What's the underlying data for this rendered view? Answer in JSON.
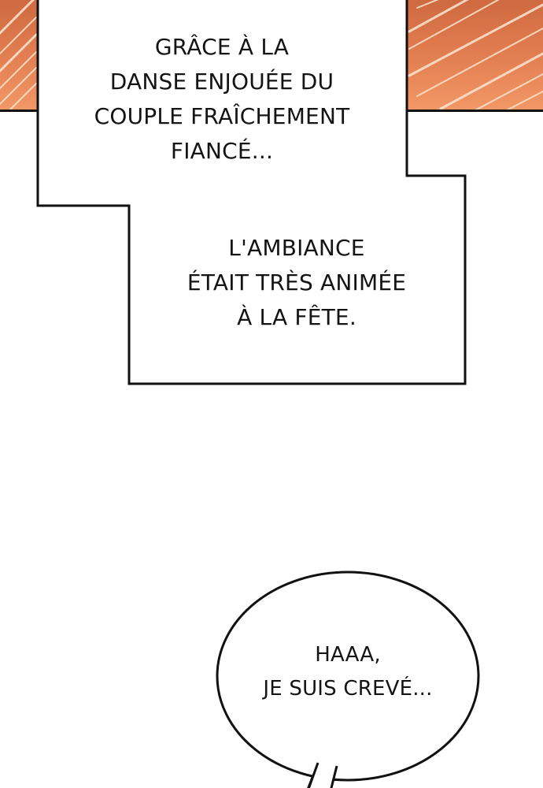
{
  "background": {
    "band_colors": [
      "#cf6a40",
      "#e07c4f",
      "#f39867"
    ],
    "speed_line_color": "#ffe6d2"
  },
  "caption_box_1": {
    "lines": [
      "GRÂCE À LA",
      "DANSE ENJOUÉE DU",
      "COUPLE FRAÎCHEMENT",
      "FIANCÉ..."
    ]
  },
  "caption_box_2": {
    "lines": [
      "L'AMBIANCE",
      "ÉTAIT TRÈS ANIMÉE",
      "À LA FÊTE."
    ]
  },
  "speech_bubble": {
    "lines": [
      "HAAA,",
      "JE SUIS CREVÉ..."
    ]
  }
}
